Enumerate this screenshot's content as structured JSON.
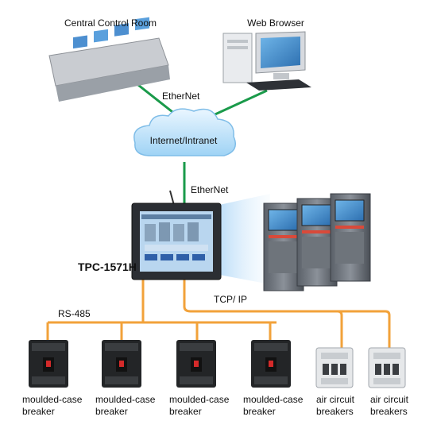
{
  "top": {
    "control_room_label": "Central Control Room",
    "web_browser_label": "Web Browser"
  },
  "network": {
    "ethernet_top_label": "EtherNet",
    "cloud_label": "Internet/Intranet",
    "ethernet_mid_label": "EtherNet"
  },
  "device": {
    "model_label": "TPC-1571H",
    "tcpip_label": "TCP/ IP",
    "rs485_label": "RS-485"
  },
  "breakers": [
    {
      "line1": "moulded-case",
      "line2": "breaker"
    },
    {
      "line1": "moulded-case",
      "line2": "breaker"
    },
    {
      "line1": "moulded-case",
      "line2": "breaker"
    },
    {
      "line1": "moulded-case",
      "line2": "breaker"
    },
    {
      "line1": "air circuit",
      "line2": "breakers"
    },
    {
      "line1": "air circuit",
      "line2": "breakers"
    }
  ],
  "colors": {
    "ethernet_line": "#1a9a4a",
    "serial_line": "#f2a23a",
    "screen_glow": "#cfe6fb"
  }
}
